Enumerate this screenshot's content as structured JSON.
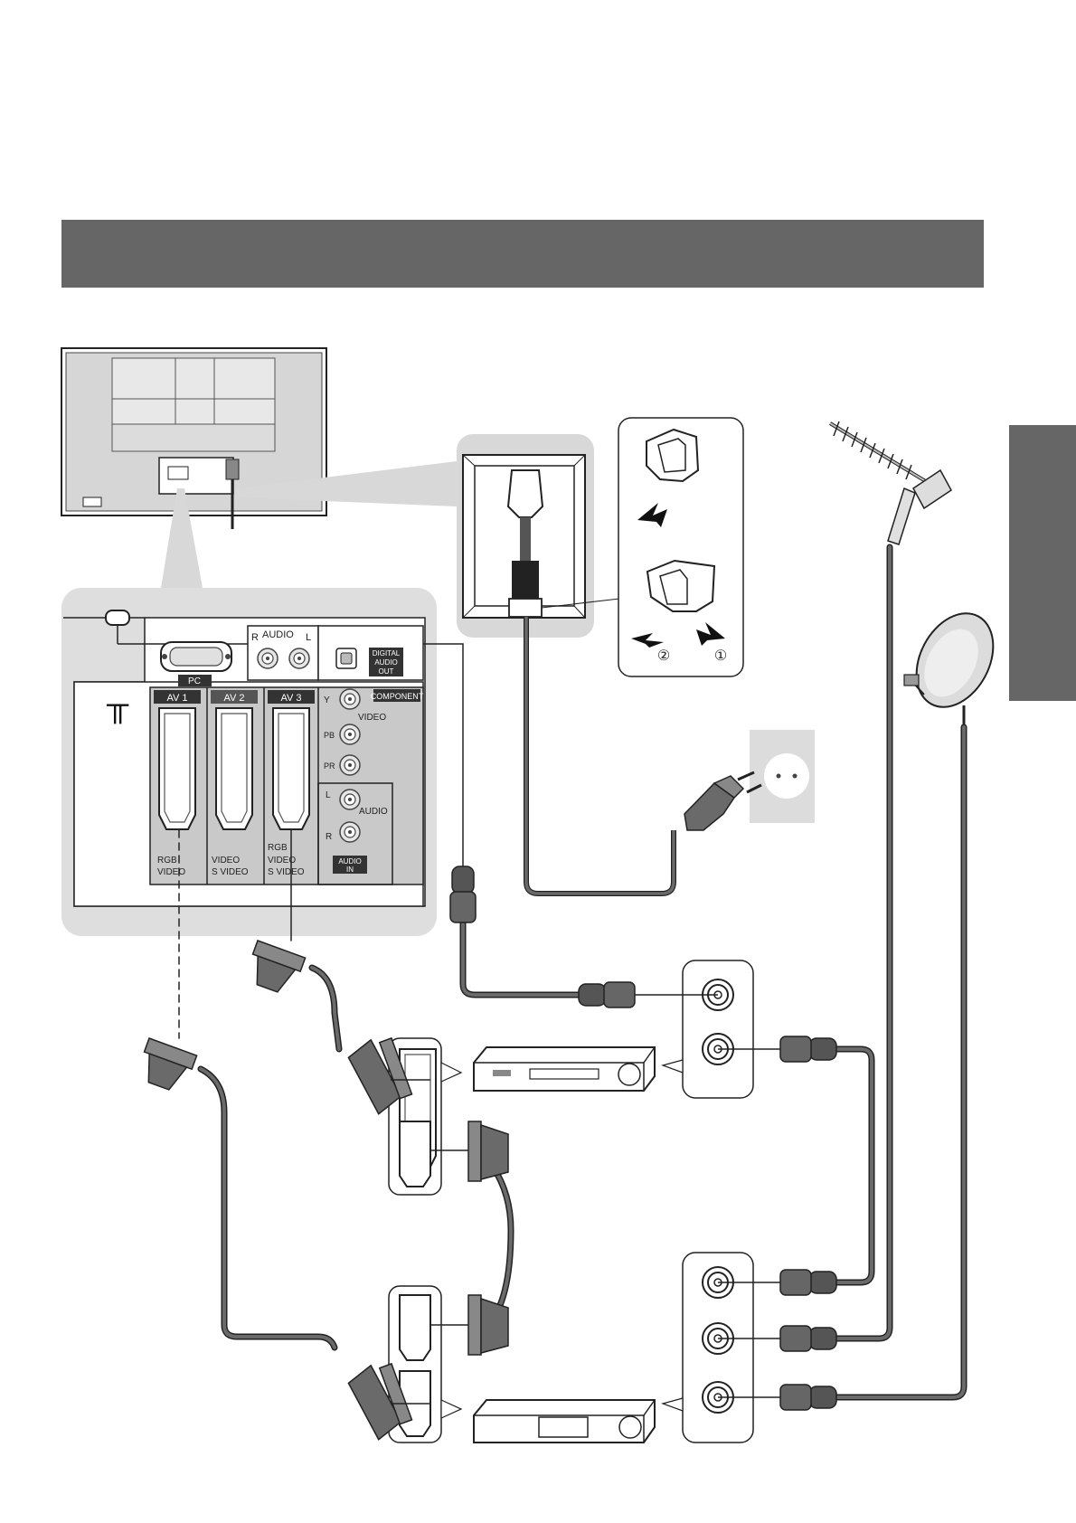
{
  "panel": {
    "pc": "PC",
    "audio": "AUDIO",
    "audio_r": "R",
    "audio_l": "L",
    "digital_audio_out": [
      "DIGITAL",
      "AUDIO",
      "OUT"
    ],
    "av1": "AV 1",
    "av2": "AV 2",
    "av3": "AV 3",
    "component": "COMPONENT",
    "y": "Y",
    "pb": "PB",
    "pr": "PR",
    "video": "VIDEO",
    "l": "L",
    "r": "R",
    "audio_in": [
      "AUDIO",
      "IN"
    ],
    "audio_side": "AUDIO",
    "av1_rgb": "RGB",
    "av1_video": "VIDEO",
    "av2_video": "VIDEO",
    "av2_svideo": "S VIDEO",
    "av3_rgb": "RGB",
    "av3_video": "VIDEO",
    "av3_svideo": "S VIDEO"
  },
  "clip_steps": [
    "②",
    "①"
  ],
  "colors": {
    "header": "#666666",
    "cable": "#6a6a6a",
    "panel_bg": "#dedede",
    "label_bg": "#333333"
  }
}
